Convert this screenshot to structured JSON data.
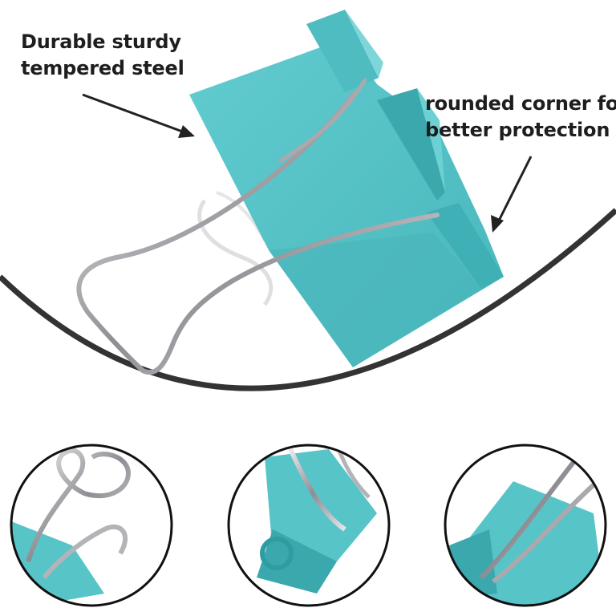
{
  "callouts": {
    "steel": {
      "line1": "Durable sturdy",
      "line2": "tempered steel"
    },
    "corner": {
      "line1": "rounded corner for",
      "line2": "better protection"
    }
  },
  "colors": {
    "clip_teal": "#57c4c8",
    "clip_teal_dark": "#3ba8ad",
    "clip_teal_light": "#7fd6d8",
    "arc_stroke": "#333333",
    "circle_stroke": "#111111",
    "text": "#1e1e1e",
    "wire": "#b9b9bd"
  }
}
